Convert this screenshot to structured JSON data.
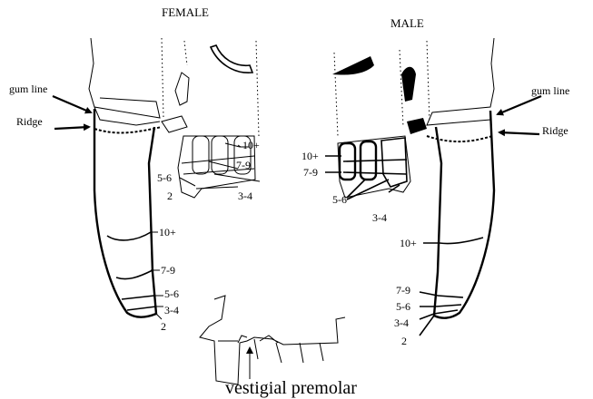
{
  "female": {
    "title": "FEMALE",
    "gum_line": "gum line",
    "ridge": "Ridge",
    "tooth_labels": [
      "10+",
      "7-9",
      "5-6",
      "2",
      "3-4"
    ],
    "jaw_labels": [
      "10+",
      "7-9",
      "5-6",
      "3-4",
      "2"
    ]
  },
  "male": {
    "title": "MALE",
    "gum_line": "gum line",
    "ridge": "Ridge",
    "tooth_labels": [
      "10+",
      "7-9",
      "5-6",
      "3-4"
    ],
    "jaw_labels": [
      "10+",
      "7-9",
      "5-6",
      "3-4",
      "2"
    ]
  },
  "bottom": {
    "caption": "vestigial premolar"
  }
}
